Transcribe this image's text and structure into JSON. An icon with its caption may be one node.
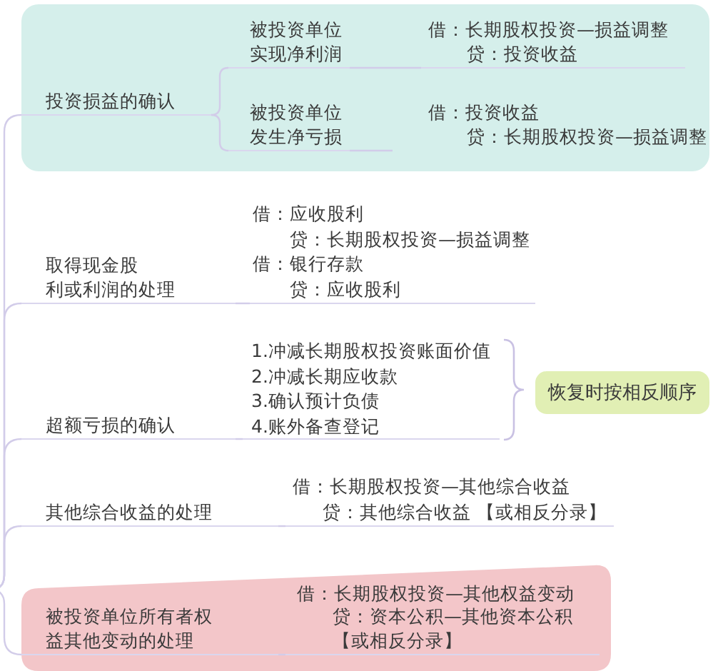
{
  "diagram": {
    "nodes": [
      {
        "text": [],
        "shape": "box"
      },
      {
        "text": [
          "投资损益的确认"
        ],
        "in": 0
      },
      {
        "text": [
          "被投资单位实现净利润"
        ],
        "in": 0
      },
      {
        "text": [
          "借：长期股权投资—损益调整",
          "贷：投资收益"
        ],
        "in": 0
      },
      {
        "text": [
          "被投资单位发生净亏损"
        ],
        "in": 0
      },
      {
        "text": [
          "借：投资收益",
          "贷：长期股权投资—损益调整"
        ],
        "in": 0
      },
      {
        "text": [
          "取得现金股利或利润的处理"
        ]
      },
      {
        "text": [
          "借：应收股利",
          "贷：长期股权投资—损益调整",
          "借：银行存款",
          "贷：应收股利"
        ]
      },
      {
        "text": [
          "超额亏损的确认"
        ]
      },
      {
        "text": [
          "1.冲减长期股权投资账面价值",
          "2.冲减长期应收款",
          "3.确认预计负债",
          "4.账外备查登记"
        ]
      },
      {
        "text": [
          "恢复时按相反顺序"
        ]
      },
      {
        "text": [
          "其他综合收益的处理"
        ]
      },
      {
        "text": [
          "借：长期股权投资—其他综合收益",
          "贷：其他综合收益 【或相反分录】"
        ]
      },
      {
        "text": [],
        "shape": "box"
      },
      {
        "text": [
          "被投资单位所有者权益其他变动的处理"
        ],
        "in": 13
      },
      {
        "text": [
          "借：长期股权投资—其他权益变动",
          "贷：资本公积—其他资本公积",
          "【或相反分录】"
        ],
        "in": 13
      }
    ],
    "edges": [
      {
        "from": null,
        "to": 1,
        "arrow": "none"
      },
      {
        "from": null,
        "to": 6,
        "arrow": "none"
      },
      {
        "from": null,
        "to": 8,
        "arrow": "none"
      },
      {
        "from": null,
        "to": 11,
        "arrow": "none"
      },
      {
        "from": null,
        "to": 14,
        "arrow": "none"
      },
      {
        "from": 1,
        "to": 2,
        "arrow": "none"
      },
      {
        "from": 1,
        "to": 4,
        "arrow": "none"
      },
      {
        "from": 2,
        "to": 3,
        "arrow": "none"
      },
      {
        "from": 4,
        "to": 5,
        "arrow": "none"
      },
      {
        "from": 6,
        "to": 7,
        "arrow": "none"
      },
      {
        "from": 8,
        "to": 9,
        "arrow": "none"
      },
      {
        "from": 11,
        "to": 12,
        "arrow": "none"
      },
      {
        "from": 14,
        "to": 15,
        "arrow": "none"
      }
    ]
  }
}
